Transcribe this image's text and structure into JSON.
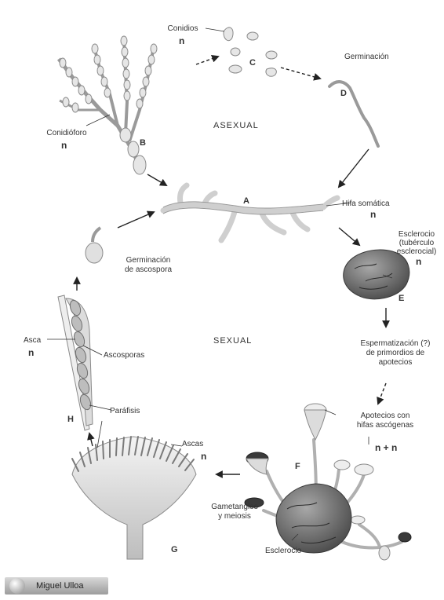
{
  "labels": {
    "conidios": "Conidios",
    "conidioforo": "Conidióforo",
    "germinacion": "Germinación",
    "asexual": "ASEXUAL",
    "sexual": "SEXUAL",
    "hifa_somatica": "Hifa somática",
    "esclerocio_1": "Esclerocio",
    "esclerocio_2": "(tubérculo",
    "esclerocio_3": "esclerocial)",
    "germinacion_ascospora_1": "Germinación",
    "germinacion_ascospora_2": "de ascospora",
    "asca": "Asca",
    "ascosporas": "Ascosporas",
    "parafisis": "Paráfisis",
    "ascas": "Ascas",
    "espermatizacion_1": "Espermatización (?)",
    "espermatizacion_2": "de primordios de",
    "espermatizacion_3": "apotecios",
    "apotecios_1": "Apotecios con",
    "apotecios_2": "hifas ascógenas",
    "gametangios_1": "Gametangios",
    "gametangios_2": "y meiosis",
    "esclerocio_f": "Esclerocio",
    "credit": "Miguel Ulloa"
  },
  "ploidy": {
    "n_conidios": "n",
    "n_conidioforo": "n",
    "n_hifa": "n",
    "n_esclerocio": "n",
    "n_asca": "n",
    "n_ascas": "n",
    "n_plus_n": "n + n"
  },
  "letters": {
    "A": "A",
    "B": "B",
    "C": "C",
    "D": "D",
    "E": "E",
    "F": "F",
    "G": "G",
    "H": "H"
  },
  "colors": {
    "hyphae": "#dcdcdc",
    "outline": "#8a8a8a",
    "sclerotium": "#6e6e6e",
    "arrow": "#222222"
  }
}
